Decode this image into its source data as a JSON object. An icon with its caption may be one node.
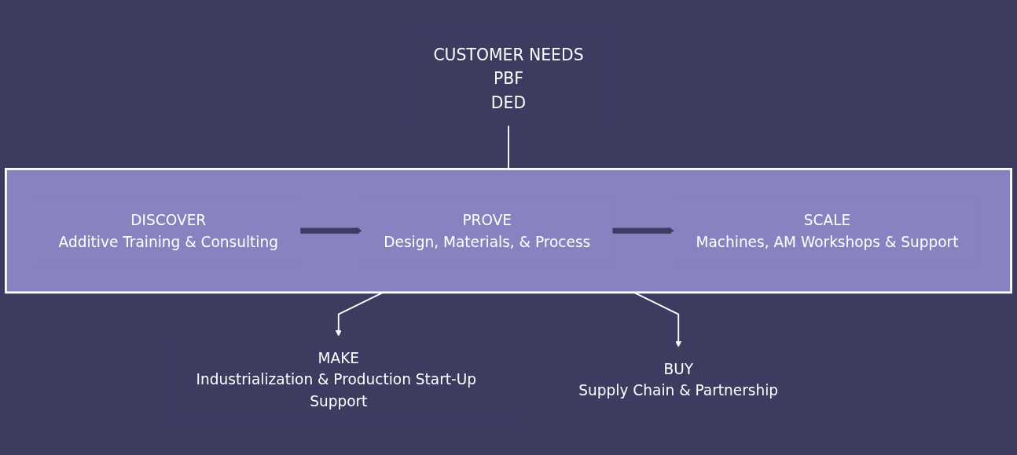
{
  "diagram": {
    "nodes": [
      {
        "text": [
          "CUSTOMER NEEDS",
          "PBF",
          "DED"
        ]
      },
      {
        "text": [],
        "shape": "box"
      },
      {
        "text": [
          "DISCOVER",
          "Additive Training & Consulting"
        ],
        "in": 1
      },
      {
        "text": [
          "PROVE",
          "Design, Materials, & Process"
        ],
        "in": 1
      },
      {
        "text": [
          "SCALE",
          "Machines, AM Workshops & Support"
        ],
        "in": 1
      },
      {
        "text": [
          "MAKE",
          "Industrialization & Production Start-Up Support"
        ]
      },
      {
        "text": [
          "BUY",
          "Supply Chain & Partnership"
        ]
      }
    ],
    "edges": [
      {
        "from": 0,
        "to": 1,
        "arrow": "none"
      },
      {
        "from": 2,
        "to": 3,
        "arrow": "to",
        "style": "thick",
        "color": "#3d3b60"
      },
      {
        "from": 3,
        "to": 4,
        "arrow": "to",
        "style": "thick",
        "color": "#3d3b60"
      },
      {
        "from": 1,
        "to": 5,
        "arrow": "to"
      },
      {
        "from": 1,
        "to": 6,
        "arrow": "to"
      }
    ]
  }
}
